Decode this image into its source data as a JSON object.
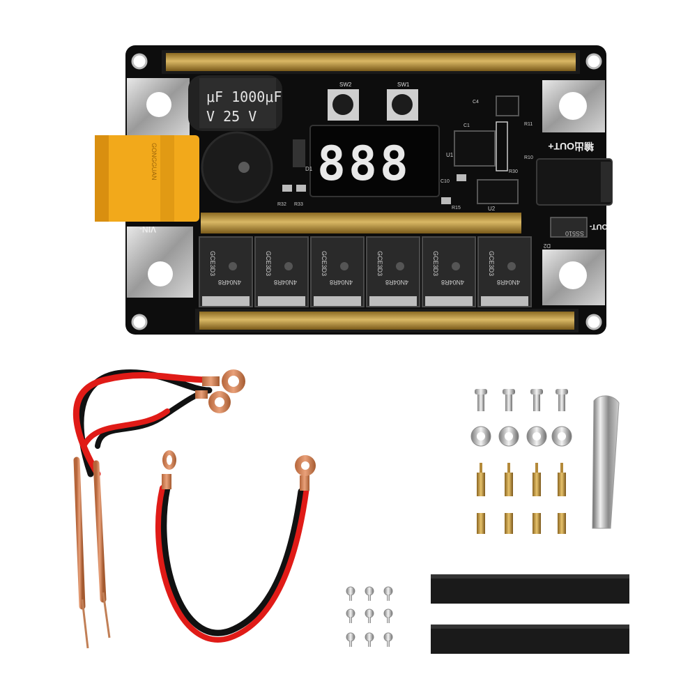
{
  "board": {
    "display_digits": "888",
    "cap_top": "μF 1000μF",
    "cap_bottom": "V   25 V",
    "label_out": "输出OUT+",
    "label_out_minus": "OUT-",
    "label_vin": "VIN-",
    "label_sw2": "SW2",
    "label_sw1": "SW1",
    "mosfet_label": "4N04R8",
    "mosfet_code": "GCE3D3",
    "xt_label": "GONGGUAN",
    "ref_u1": "U1",
    "ref_u2": "U2",
    "ref_d1": "D1",
    "ref_d2": "D2",
    "ref_r15": "R15",
    "ref_r32": "R32",
    "ref_r33": "R33",
    "ref_c10": "C10",
    "ref_c1": "C1",
    "ref_c4": "C4",
    "ref_r30": "R30",
    "ref_r10": "R10",
    "ref_r11": "R11",
    "ref_ss510": "SS510"
  },
  "colors": {
    "pcb": "#0d0d0d",
    "copper_bar": "#b8913a",
    "xt60": "#f2a91b",
    "wire_red": "#e01b17",
    "wire_black": "#111111",
    "copper_lug": "#d08a5e",
    "display_segment": "#e9e9e9",
    "heatshrink": "#1a1a1a"
  },
  "accessories": {
    "screws_count": 4,
    "nuts_count": 4,
    "long_standoffs": 4,
    "short_standoffs": 4,
    "small_screws": 9,
    "heatshrink_tubes": 2
  }
}
